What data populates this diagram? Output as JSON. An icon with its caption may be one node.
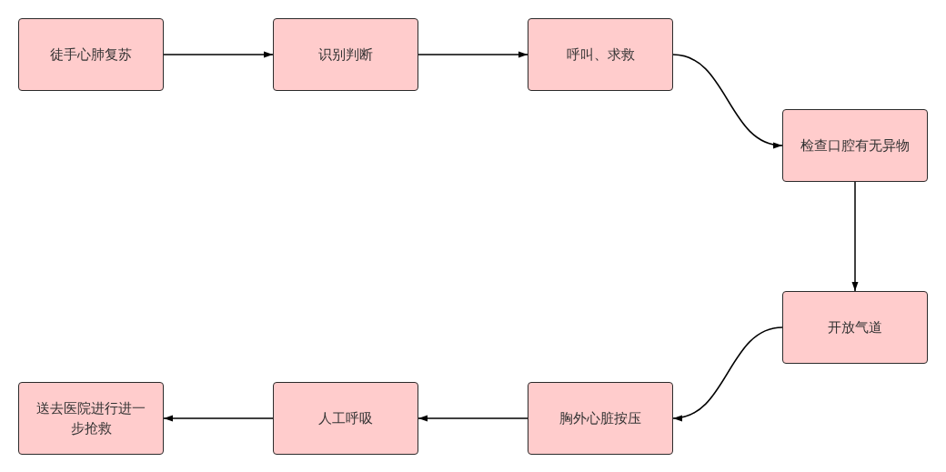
{
  "diagram": {
    "nodes": [
      {
        "text": [
          "徒手心肺复苏"
        ]
      },
      {
        "text": [
          "识别判断"
        ]
      },
      {
        "text": [
          "呼叫、求救"
        ]
      },
      {
        "text": [
          "检查口腔有无异物"
        ]
      },
      {
        "text": [
          "开放气道"
        ]
      },
      {
        "text": [
          "胸外心脏按压"
        ]
      },
      {
        "text": [
          "人工呼吸"
        ]
      },
      {
        "text": [
          "送去医院进行进一步抢救"
        ]
      }
    ],
    "edges": [
      {
        "from": 0,
        "to": 1,
        "arrow": "to"
      },
      {
        "from": 1,
        "to": 2,
        "arrow": "to"
      },
      {
        "from": 2,
        "to": 3,
        "arrow": "to"
      },
      {
        "from": 3,
        "to": 4,
        "arrow": "to"
      },
      {
        "from": 4,
        "to": 5,
        "arrow": "to"
      },
      {
        "from": 5,
        "to": 6,
        "arrow": "to"
      },
      {
        "from": 6,
        "to": 7,
        "arrow": "to"
      }
    ]
  }
}
